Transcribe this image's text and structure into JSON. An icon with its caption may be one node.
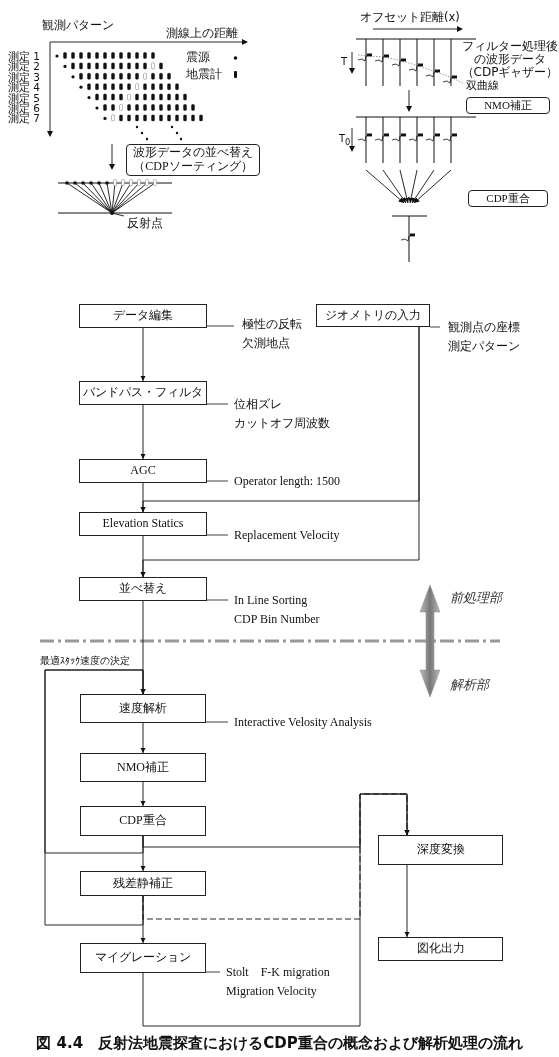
{
  "diagram": {
    "caption": "図 4.4　反射法地震探査におけるCDP重合の概念および解析処理の流れ",
    "nodes": [
      {
        "text": [
          "データ編集"
        ],
        "beside": [
          "極性の反転",
          "欠測地点"
        ]
      },
      {
        "text": [
          "ジオメトリの入力"
        ],
        "beside": [
          "観測点の座標",
          "測定パターン"
        ]
      },
      {
        "text": [
          "バンドパス・フィルタ"
        ],
        "beside": [
          "位相ズレ",
          "カットオフ周波数"
        ]
      },
      {
        "text": [
          "AGC"
        ],
        "beside": [
          "Operator length: 1500"
        ]
      },
      {
        "text": [
          "Elevation Statics"
        ],
        "beside": [
          "Replacement Velocity"
        ]
      },
      {
        "text": [
          "並べ替え"
        ],
        "beside": [
          "In Line Sorting",
          "CDP Bin Number"
        ]
      },
      {
        "text": [
          "速度解析"
        ],
        "beside": [
          "Interactive Velosity Analysis"
        ]
      },
      {
        "text": [
          "NMO補正"
        ]
      },
      {
        "text": [
          "CDP重合"
        ]
      },
      {
        "text": [
          "残差静補正"
        ]
      },
      {
        "text": [
          "マイグレーション"
        ],
        "beside": [
          "Stolt　F-K migration",
          "Migration Velocity"
        ]
      },
      {
        "text": [
          "深度変換"
        ]
      },
      {
        "text": [
          "図化出力"
        ]
      },
      {
        "text": [
          "波形データの並べ替え（CDPソーティング）"
        ]
      },
      {
        "text": [
          "NMO補正"
        ]
      },
      {
        "text": [
          "CDP重合"
        ]
      },
      {
        "text": [
          "反射点"
        ]
      },
      {
        "text": [],
        "shape": "circle"
      }
    ],
    "edges": [
      {
        "from": 0,
        "to": 2,
        "arrow": "to"
      },
      {
        "from": 2,
        "to": 3,
        "arrow": "to"
      },
      {
        "from": 3,
        "to": 4,
        "arrow": "to"
      },
      {
        "from": 4,
        "to": 5,
        "arrow": "to"
      },
      {
        "from": 5,
        "to": 6,
        "arrow": "to"
      },
      {
        "from": 1,
        "to": 4,
        "arrow": "to"
      },
      {
        "from": 1,
        "to": 5,
        "arrow": "to"
      },
      {
        "from": 6,
        "to": 7,
        "arrow": "to"
      },
      {
        "from": 7,
        "to": 8,
        "arrow": "to"
      },
      {
        "from": 8,
        "to": 9,
        "arrow": "to"
      },
      {
        "from": 9,
        "to": 10,
        "arrow": "to"
      },
      {
        "from": 8,
        "to": 6,
        "arrow": "to",
        "label": "最適ｽﾀｯｸ速度の決定"
      },
      {
        "from": 9,
        "to": 6,
        "arrow": "to"
      },
      {
        "from": 8,
        "to": 11,
        "arrow": "to"
      },
      {
        "from": 9,
        "to": 11,
        "arrow": "to",
        "style": "dashed"
      },
      {
        "from": 10,
        "to": 11,
        "arrow": "to"
      },
      {
        "from": 11,
        "to": 12,
        "arrow": "to"
      },
      {
        "from": 16,
        "to": 17,
        "arrow": "none"
      }
    ],
    "labels": [
      "観測パターン",
      "測線上の距離",
      "測定 1",
      "測定 2",
      "測定 3",
      "測定 4",
      "測定 5",
      "測定 6",
      "測定 7",
      "オフセット距離(x)",
      "T",
      "フィルター処理後の波形データ（CDPギャザー）",
      "双曲線",
      "T$_{0}$",
      "前処理部",
      "解析部"
    ],
    "legend": [
      {
        "text": "震源"
      },
      {
        "text": "地震計"
      }
    ]
  }
}
